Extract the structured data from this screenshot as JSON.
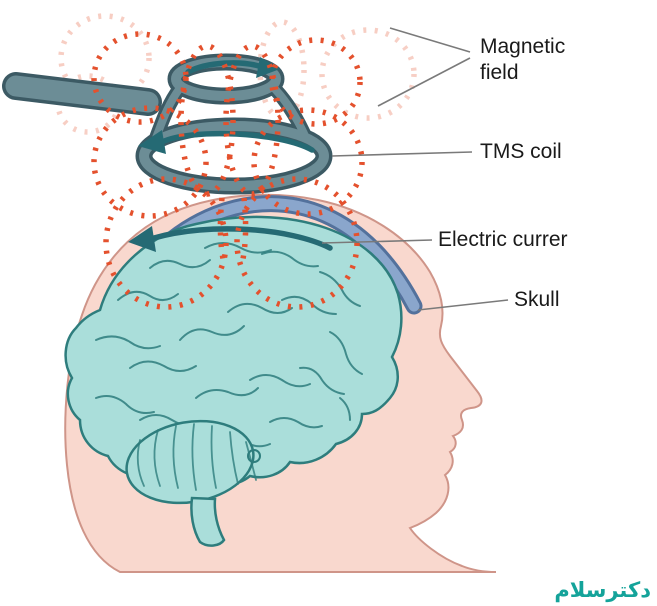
{
  "figure": {
    "labels": [
      {
        "id": "magnetic-field",
        "text": "Magnetic field"
      },
      {
        "id": "tms-coil",
        "text": "TMS coil"
      },
      {
        "id": "electric-current",
        "text": "Electric currer"
      },
      {
        "id": "skull",
        "text": "Skull"
      }
    ],
    "watermark": "دکترسلام"
  },
  "colors": {
    "skin": "#f9d8ce",
    "skin-line": "#cf9589",
    "skull-band": "#8aa6cc",
    "skull-band-dark": "#53719c",
    "brain": "#aadeda",
    "brain-line": "#2e7d7d",
    "coil": "#6c8d96",
    "coil-dark": "#3c5a64",
    "field-dot": "#e4512d",
    "current-arrow": "#256a74",
    "leader-line": "#7a7a7a",
    "label-text": "#1a1a1a",
    "watermark": "#14a39a",
    "background": "#ffffff"
  }
}
